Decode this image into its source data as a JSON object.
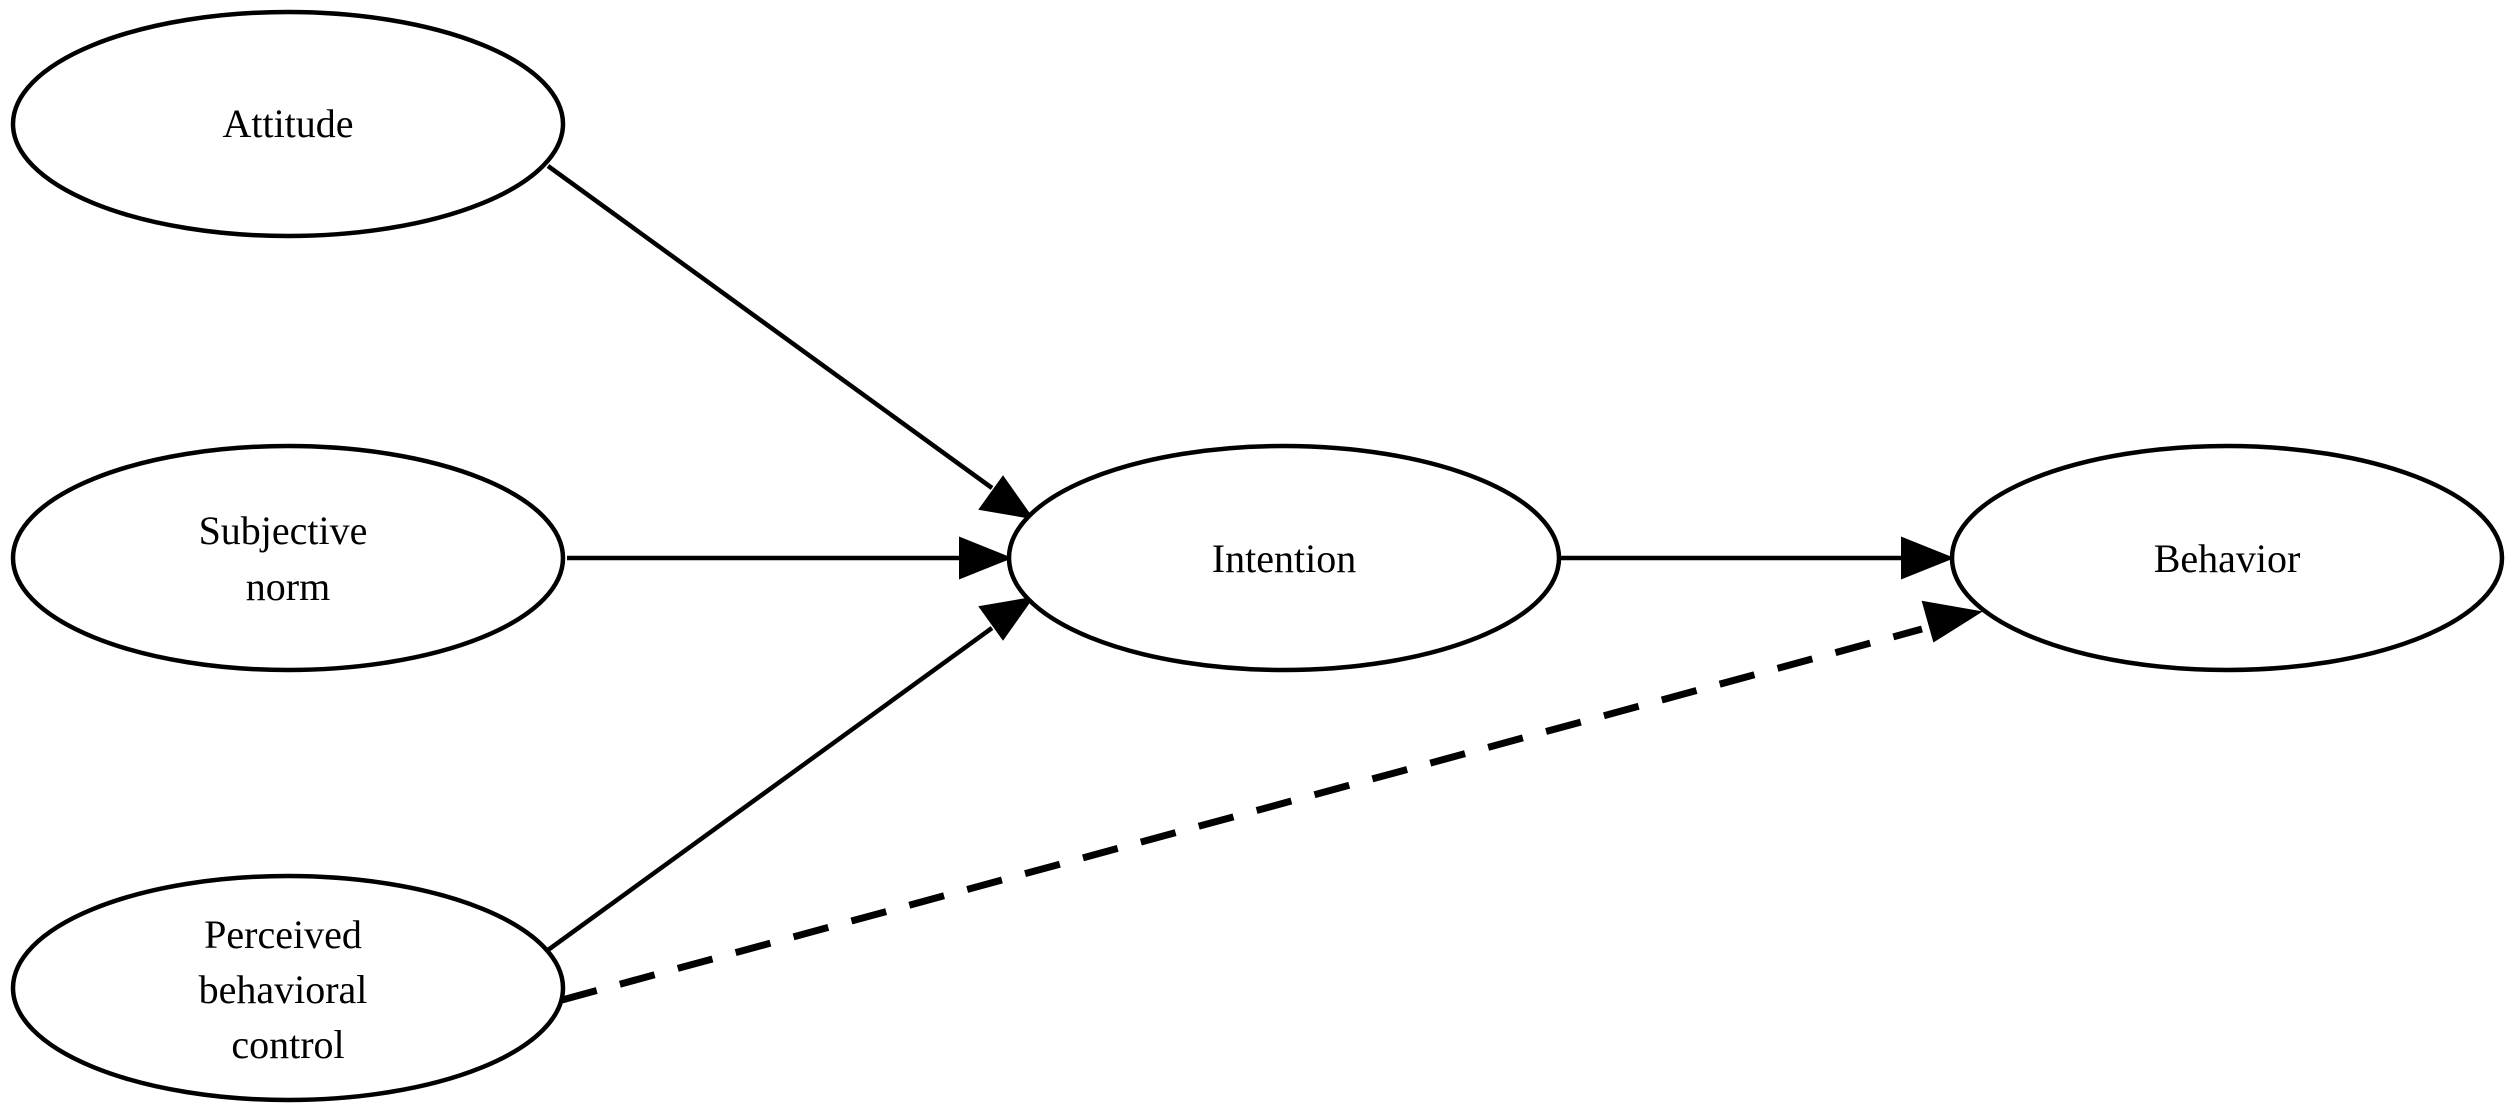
{
  "diagram": {
    "nodes": {
      "attitude": {
        "lines": [
          "Attitude"
        ]
      },
      "subjective": {
        "lines": [
          "Subjective",
          "norm"
        ]
      },
      "perceived": {
        "lines": [
          "Perceived",
          "behavioral",
          "control"
        ]
      },
      "intention": {
        "lines": [
          "Intention"
        ]
      },
      "behavior": {
        "lines": [
          "Behavior"
        ]
      }
    },
    "edges": [
      {
        "from": "attitude",
        "to": "intention",
        "style": "solid"
      },
      {
        "from": "subjective",
        "to": "intention",
        "style": "solid"
      },
      {
        "from": "perceived",
        "to": "intention",
        "style": "solid"
      },
      {
        "from": "intention",
        "to": "behavior",
        "style": "solid"
      },
      {
        "from": "perceived",
        "to": "behavior",
        "style": "dashed"
      }
    ]
  }
}
